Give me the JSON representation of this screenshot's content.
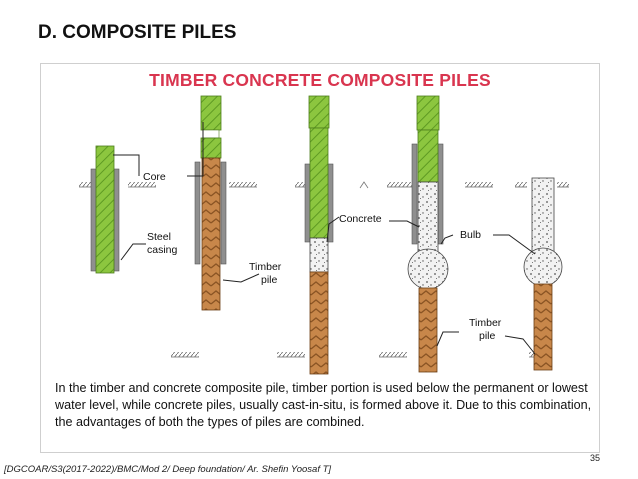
{
  "slide": {
    "title": "D. COMPOSITE PILES",
    "page_number": "35",
    "citation": "[DGCOAR/S3(2017-2022)/BMC/Mod 2/ Deep foundation/ Ar. Shefin Yoosaf T]"
  },
  "figure": {
    "title": "TIMBER CONCRETE COMPOSITE PILES",
    "labels": {
      "core": "Core",
      "steel_casing_line1": "Steel",
      "steel_casing_line2": "casing",
      "timber_pile_left_line1": "Timber",
      "timber_pile_left_line2": "pile",
      "concrete": "Concrete",
      "bulb": "Bulb",
      "timber_pile_right_line1": "Timber",
      "timber_pile_right_line2": "pile"
    },
    "caption": "In the timber and concrete composite pile, timber portion is used below the permanent or lowest water level, while concrete piles, usually cast-in-situ, is formed above it. Due to this combination, the advantages of both the types of piles are combined.",
    "colors": {
      "title": "#d9354f",
      "core_green": "#8cc63f",
      "timber": "#c8874a",
      "concrete": "#f2f2f2",
      "steel_casing": "#8f8f8f"
    }
  }
}
